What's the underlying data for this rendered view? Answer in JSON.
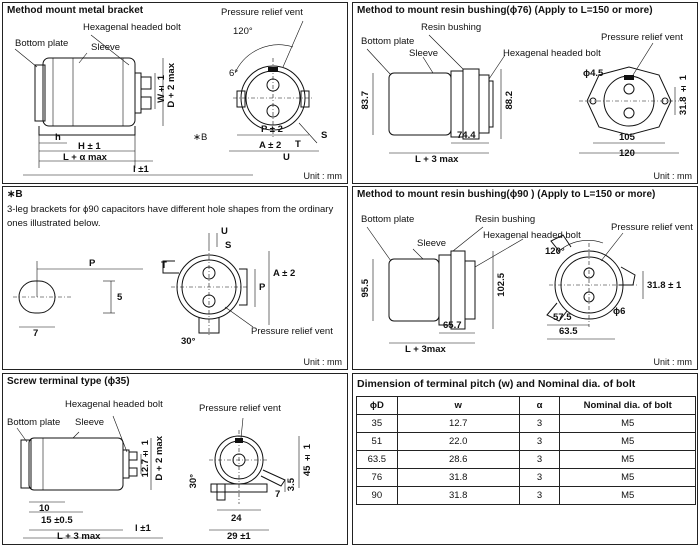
{
  "p1": {
    "title": "Method mount metal bracket",
    "pressure_vent": "Pressure relief vent",
    "hex_bolt": "Hexagenal headed bolt",
    "bottom_plate": "Bottom plate",
    "sleeve": "Sleeve",
    "angle_120": "120°",
    "angle_6": "6°",
    "b_mark": "∗B",
    "dim_w": "W± 1",
    "dim_d": "D + 2 max",
    "dim_h_small": "h",
    "dim_h": "H ± 1",
    "dim_l": "L + α max",
    "dim_l1": "l ±1",
    "dim_p": "P ± 2",
    "dim_a": "A ± 2",
    "dim_t": "T",
    "dim_u": "U",
    "dim_s": "S",
    "unit": "Unit : mm"
  },
  "p2": {
    "title": "Method to mount resin bushing(ϕ76)  (Apply to L=150 or more)",
    "resin_bushing": "Resin bushing",
    "bottom_plate": "Bottom plate",
    "sleeve": "Sleeve",
    "hex_bolt": "Hexagenal headed bolt",
    "pressure_vent": "Pressure relief vent",
    "phi45": "ϕ4.5",
    "d837": "83.7",
    "d882": "88.2",
    "d744": "74.4",
    "d318": "31.8 ± 1",
    "d105": "105",
    "d120": "120",
    "dim_l": "L + 3 max",
    "unit": "Unit : mm"
  },
  "p3": {
    "title": "∗B",
    "text": "3-leg brackets for ϕ90 capacitors have different hole shapes from the ordinary ones illustrated below.",
    "dim_p": "P",
    "dim_5": "5",
    "dim_7": "7",
    "dim_u": "U",
    "dim_s": "S",
    "dim_t": "T",
    "dim_p2": "P",
    "dim_a": "A ± 2",
    "angle_30": "30°",
    "pressure_vent": "Pressure relief vent",
    "unit": "Unit : mm"
  },
  "p4": {
    "title": "Method to mount resin bushing(ϕ90 )  (Apply to L=150 or more)",
    "bottom_plate": "Bottom plate",
    "resin_bushing": "Resin bushing",
    "sleeve": "Sleeve",
    "hex_bolt": "Hexagenal headed bolt",
    "pressure_vent": "Pressure relief vent",
    "angle_120": "120°",
    "d955": "95.5",
    "d1025": "102.5",
    "d657": "65.7",
    "dim_l": "L + 3max",
    "d318": "31.8 ± 1",
    "d575": "57.5",
    "d635": "63.5",
    "phi6": "ϕ6",
    "unit": "Unit : mm"
  },
  "p5": {
    "title": "Screw terminal type (ϕ35)",
    "hex_bolt": "Hexagenal headed bolt",
    "bottom_plate": "Bottom plate",
    "sleeve": "Sleeve",
    "pressure_vent": "Pressure relief vent",
    "d127": "12.7± 1",
    "dim_d": "D + 2 max",
    "angle_30": "30°",
    "d7": "7",
    "d35": "3.5",
    "d451": "45 ± 1",
    "d10": "10",
    "d15": "15 ±0.5",
    "dim_l": "L + 3 max",
    "dim_l1": "l ±1",
    "d24": "24",
    "d29": "29 ±1",
    "unit": "Unit : mm"
  },
  "table": {
    "title": "Dimension of terminal pitch (w) and  Nominal dia. of bolt",
    "headers": [
      "ϕD",
      "w",
      "α",
      "Nominal dia. of bolt"
    ],
    "rows": [
      [
        "35",
        "12.7",
        "3",
        "M5"
      ],
      [
        "51",
        "22.0",
        "3",
        "M5"
      ],
      [
        "63.5",
        "28.6",
        "3",
        "M5"
      ],
      [
        "76",
        "31.8",
        "3",
        "M5"
      ],
      [
        "90",
        "31.8",
        "3",
        "M5"
      ]
    ]
  }
}
